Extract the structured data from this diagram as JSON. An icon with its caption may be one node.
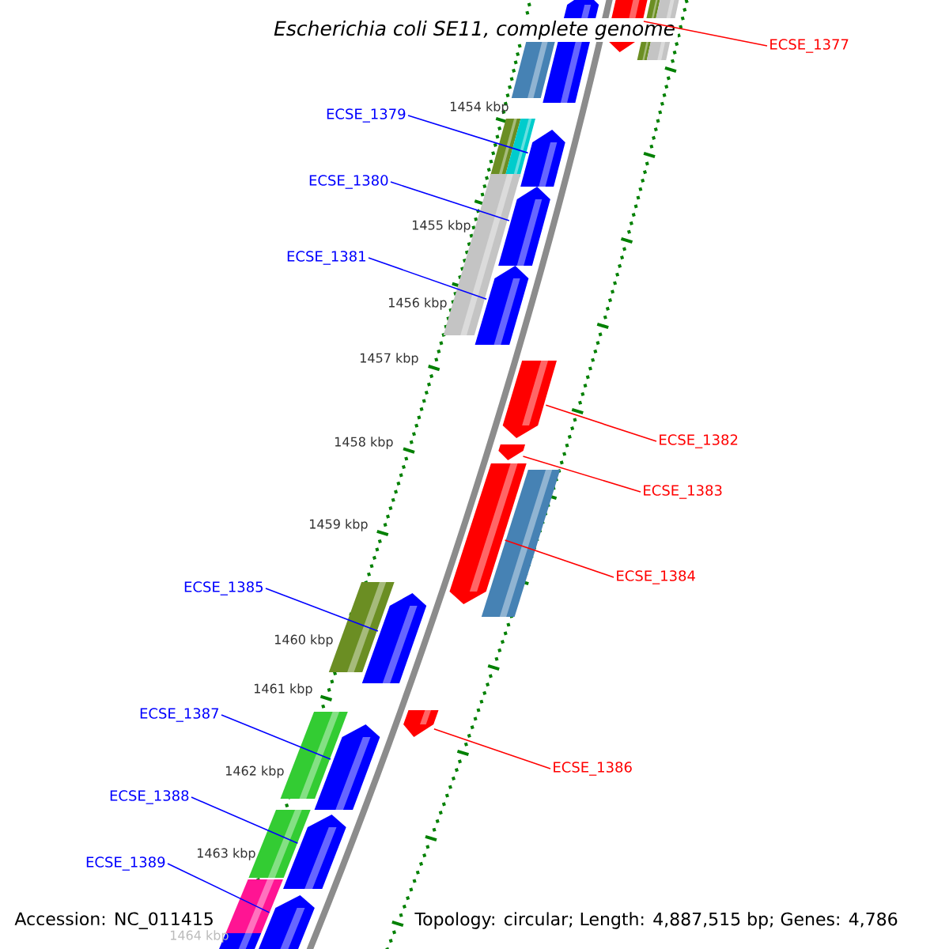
{
  "diagram": {
    "title": "Escherichia coli SE11, complete genome",
    "nodes": [
      {
        "text": [
          "ECSE_1377"
        ]
      },
      {
        "text": [
          "ECSE_1379"
        ]
      },
      {
        "text": [
          "ECSE_1380"
        ]
      },
      {
        "text": [
          "ECSE_1381"
        ]
      },
      {
        "text": [
          "ECSE_1382"
        ]
      },
      {
        "text": [
          "ECSE_1383"
        ]
      },
      {
        "text": [
          "ECSE_1384"
        ]
      },
      {
        "text": [
          "ECSE_1385"
        ]
      },
      {
        "text": [
          "ECSE_1387"
        ]
      },
      {
        "text": [
          "ECSE_1386"
        ]
      },
      {
        "text": [
          "ECSE_1388"
        ]
      },
      {
        "text": [
          "ECSE_1389"
        ]
      },
      {
        "text": [],
        "shape": "bar"
      },
      {
        "text": [],
        "shape": "bar"
      },
      {
        "text": [],
        "shape": "bar"
      },
      {
        "text": [],
        "shape": "bar"
      },
      {
        "text": [],
        "shape": "bar"
      },
      {
        "text": [],
        "shape": "bar"
      },
      {
        "text": [],
        "shape": "bar"
      },
      {
        "text": [],
        "shape": "bar"
      },
      {
        "text": [],
        "shape": "bar"
      },
      {
        "text": [],
        "shape": "bar"
      },
      {
        "text": [],
        "shape": "bar"
      },
      {
        "text": [],
        "shape": "bar"
      }
    ],
    "edges": [
      {
        "from": 0,
        "to": 12,
        "arrow": "none",
        "color": "#ff0000"
      },
      {
        "from": 1,
        "to": 13,
        "arrow": "none"
      },
      {
        "from": 2,
        "to": 14,
        "arrow": "none"
      },
      {
        "from": 3,
        "to": 15,
        "arrow": "none"
      },
      {
        "from": 4,
        "to": 16,
        "arrow": "none",
        "color": "#ff0000"
      },
      {
        "from": 5,
        "to": 17,
        "arrow": "none",
        "color": "#ff0000"
      },
      {
        "from": 6,
        "to": 18,
        "arrow": "none",
        "color": "#ff0000"
      },
      {
        "from": 7,
        "to": 19,
        "arrow": "none"
      },
      {
        "from": 8,
        "to": 21,
        "arrow": "none"
      },
      {
        "from": 9,
        "to": 20,
        "arrow": "none",
        "color": "#ff0000"
      },
      {
        "from": 10,
        "to": 22,
        "arrow": "none"
      },
      {
        "from": 11,
        "to": 23,
        "arrow": "none"
      }
    ],
    "labels": [
      "1454 kbp",
      "1455 kbp",
      "1456 kbp",
      "1457 kbp",
      "1458 kbp",
      "1459 kbp",
      "1460 kbp",
      "1461 kbp",
      "1462 kbp",
      "1463 kbp",
      "1464 kbp",
      "Accession: NC_011415",
      "Topology: circular; Length: 4,887,515 bp; Genes: 4,786"
    ]
  }
}
